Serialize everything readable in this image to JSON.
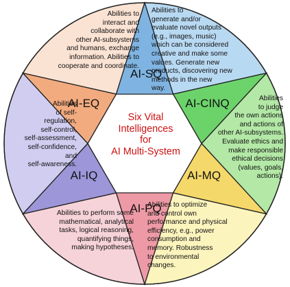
{
  "center_title": [
    "Six Vital",
    "Intelligences",
    "for",
    "AI Multi-System"
  ],
  "segments": [
    {
      "label": "AI-SQ",
      "color": "#b8d9f2",
      "description": [
        "Abilities to",
        "interact and",
        "collaborate with",
        "other AI-subsystems",
        "and humans, exchange",
        "information. Abilities to",
        "cooperate and coordinate."
      ]
    },
    {
      "label": "AI-CINQ",
      "color": "#b3e8a6",
      "description": [
        "Abilities to",
        "generate and/or",
        "evaluate novel outputs",
        "(e.g., images, music)",
        "which can be considered",
        "creative and make some",
        "values. Generate new",
        "products, discovering new",
        "methods in the new",
        "way."
      ]
    },
    {
      "label": "AI-MQ",
      "color": "#fcf4bd",
      "description": [
        "Abilities",
        "to judge",
        "the own actions",
        "and actions of",
        "other AI-subsystems.",
        "Evaluate ethics and",
        "make responsible",
        "ethical decisions",
        "(values, goals,",
        "actions)."
      ]
    },
    {
      "label": "AI-PQ",
      "color": "#f6d2d9",
      "description": [
        "Abilities to optimize",
        "and control own",
        "performance and physical",
        "efficiency, e.g., power",
        "consumption and",
        "memory. Robustness",
        "to environmental",
        "changes."
      ]
    },
    {
      "label": "AI-IQ",
      "color": "#d0cdf0",
      "description": [
        "Abilities to perform some",
        "mathematical, analytical",
        "tasks, logical reasoning,",
        "quantifying things,",
        "making hypotheses."
      ]
    },
    {
      "label": "AI-EQ",
      "color": "#fbe3d4",
      "description": [
        "Abilities",
        "of self-",
        "regulation,",
        "self-control,",
        "self-assessment,",
        "self-confidence,",
        "and",
        "self-awareness."
      ]
    }
  ],
  "triangle_colors": {
    "AI-SQ": "#7fb4e2",
    "AI-CINQ": "#6cd36b",
    "AI-MQ": "#f5d86a",
    "AI-PQ": "#ee9aa6",
    "AI-IQ": "#9d96d9",
    "AI-EQ": "#f2ab7f"
  }
}
